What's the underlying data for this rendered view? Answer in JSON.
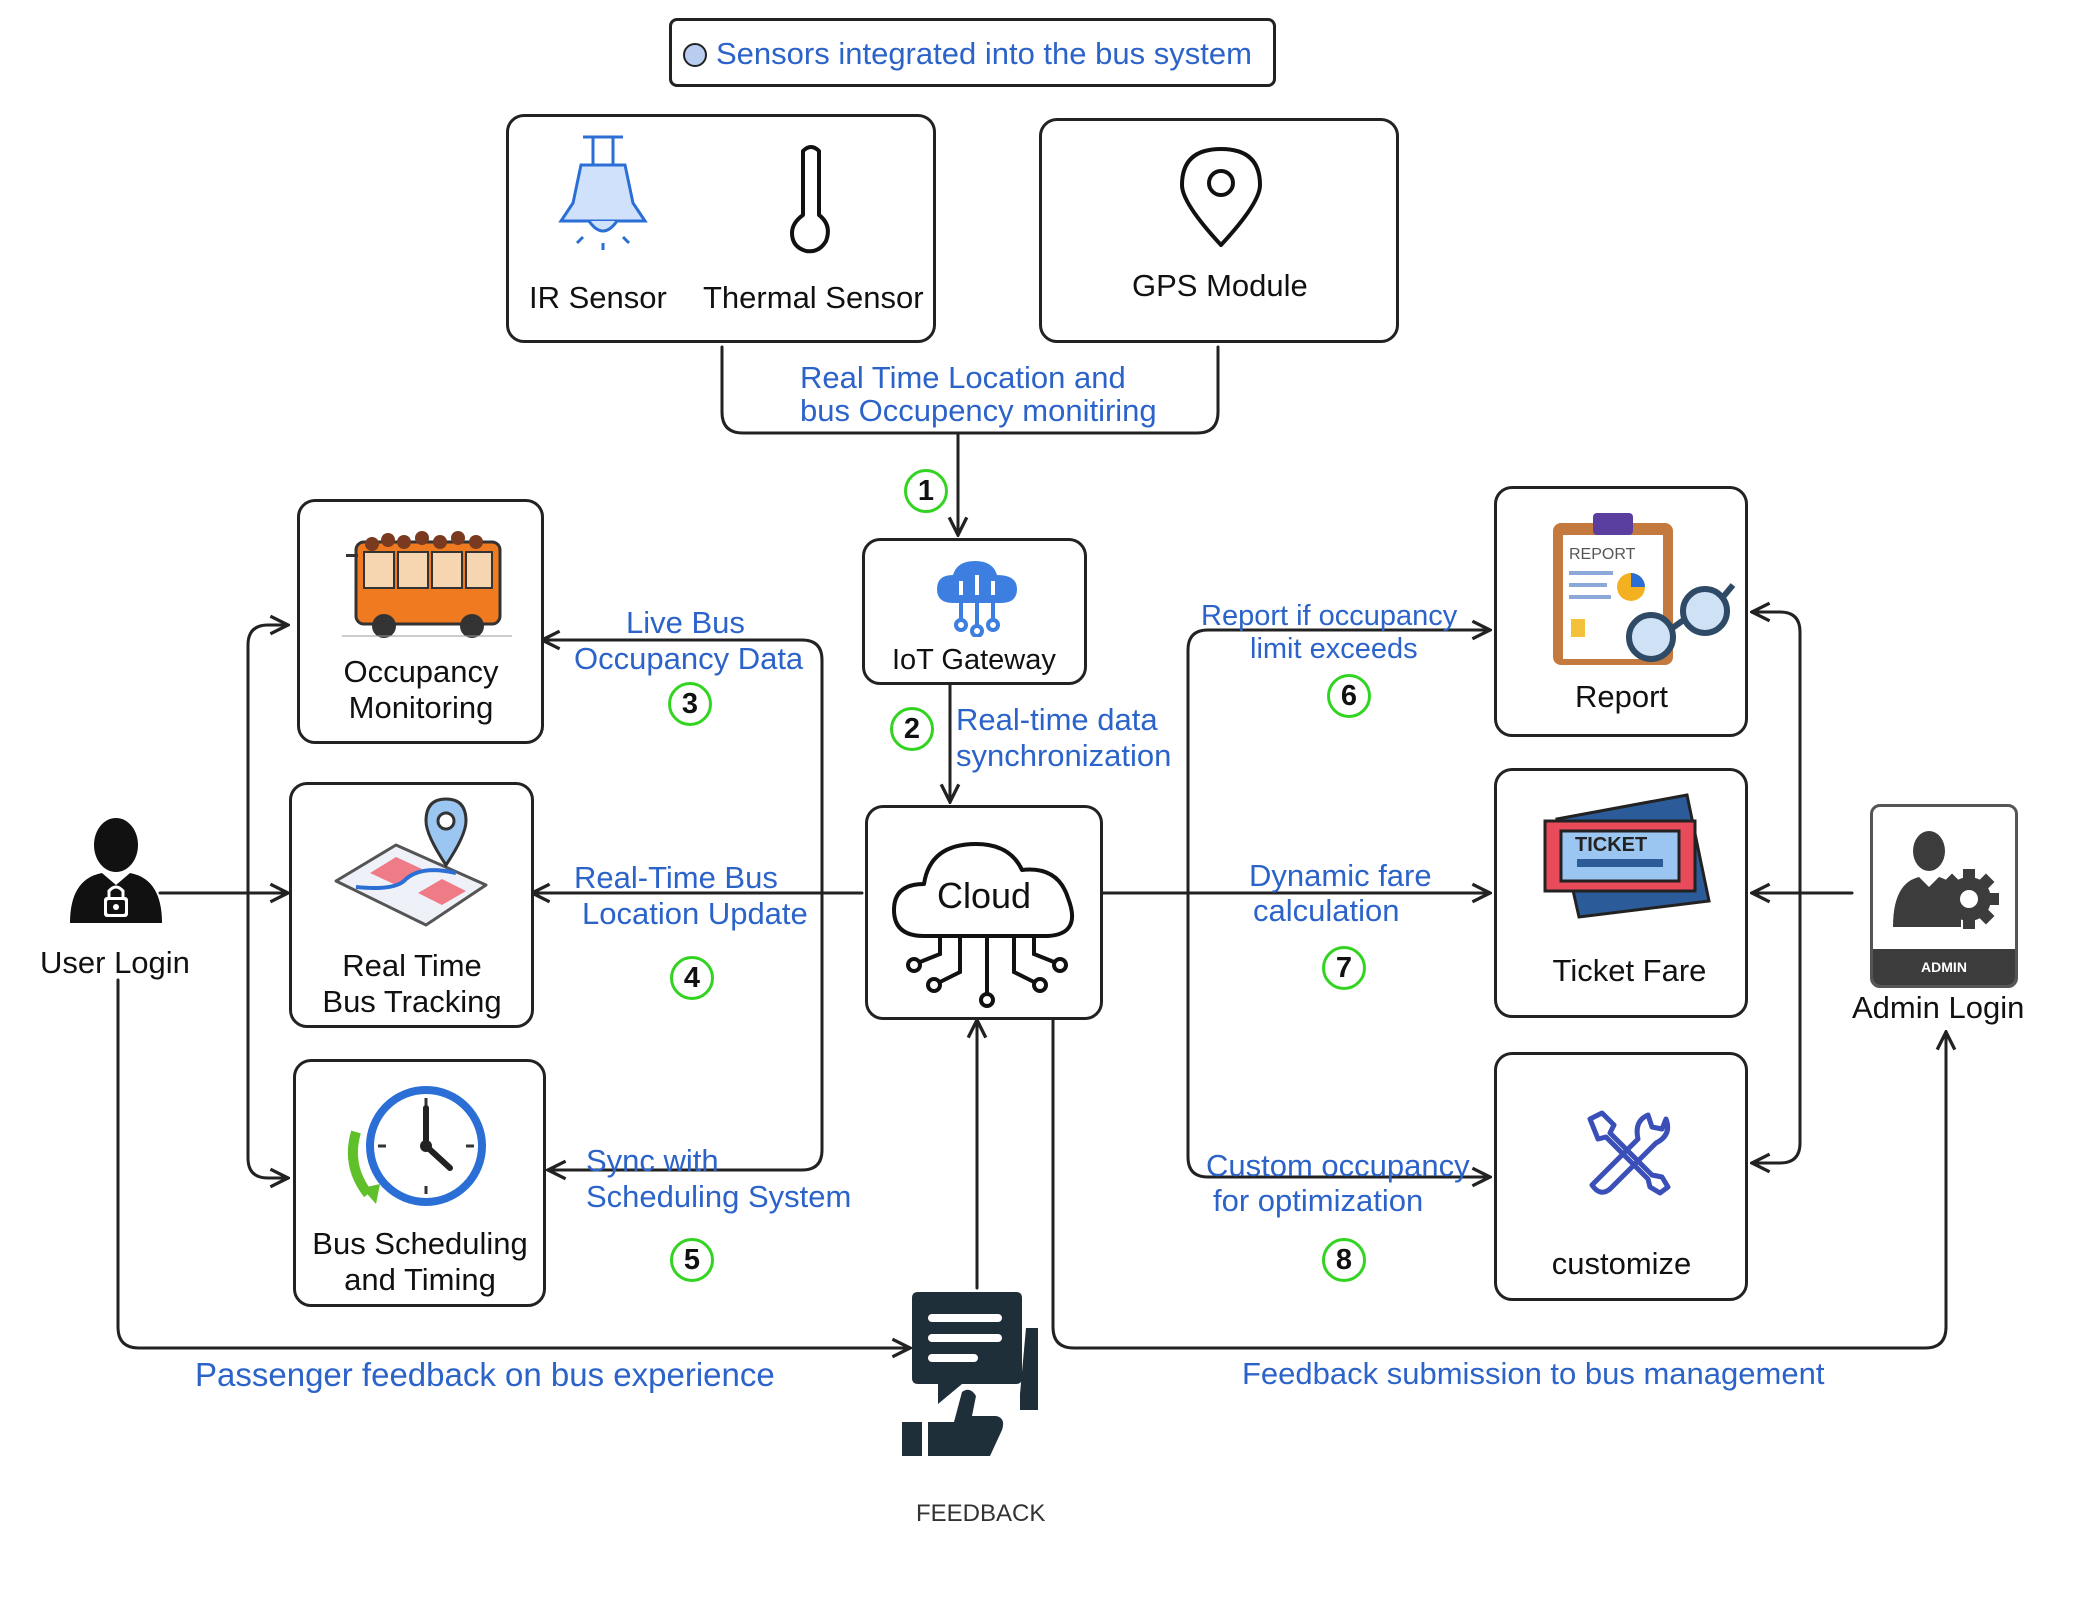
{
  "legend": {
    "text": "Sensors integrated into the bus system"
  },
  "sensors": {
    "ir": "IR Sensor",
    "thermal": "Thermal Sensor",
    "gps": "GPS Module",
    "combined_label_line1": "Real Time Location and",
    "combined_label_line2": "bus Occupency monitiring"
  },
  "gateway": {
    "label": "IoT Gateway"
  },
  "cloud": {
    "label": "Cloud"
  },
  "user": {
    "label": "User Login"
  },
  "admin": {
    "label": "Admin Login",
    "badge": "ADMIN"
  },
  "left_modules": [
    {
      "line1": "Occupancy",
      "line2": "Monitoring"
    },
    {
      "line1": "Real Time",
      "line2": "Bus Tracking"
    },
    {
      "line1": "Bus Scheduling",
      "line2": "and Timing"
    }
  ],
  "right_modules": [
    {
      "label": "Report",
      "icon_text": "REPORT"
    },
    {
      "label": "Ticket Fare",
      "icon_text": "TICKET"
    },
    {
      "label": "customize"
    }
  ],
  "flows": [
    {
      "num": "1"
    },
    {
      "num": "2",
      "line1": "Real-time data",
      "line2": "synchronization"
    },
    {
      "num": "3",
      "line1": "Live Bus",
      "line2": "Occupancy Data"
    },
    {
      "num": "4",
      "line1": "Real-Time Bus",
      "line2": "Location Update"
    },
    {
      "num": "5",
      "line1": "Sync with",
      "line2": "Scheduling System"
    },
    {
      "num": "6",
      "line1": "Report if occupancy",
      "line2": "limit exceeds"
    },
    {
      "num": "7",
      "line1": "Dynamic fare",
      "line2": "calculation"
    },
    {
      "num": "8",
      "line1": "Custom occupancy",
      "line2": "for optimization"
    }
  ],
  "feedback": {
    "label": "FEEDBACK",
    "passenger_text": "Passenger feedback on bus experience",
    "management_text": "Feedback submission to bus management"
  },
  "colors": {
    "label_blue": "#2c63c9",
    "badge_green": "#33d421",
    "line": "#222222"
  }
}
